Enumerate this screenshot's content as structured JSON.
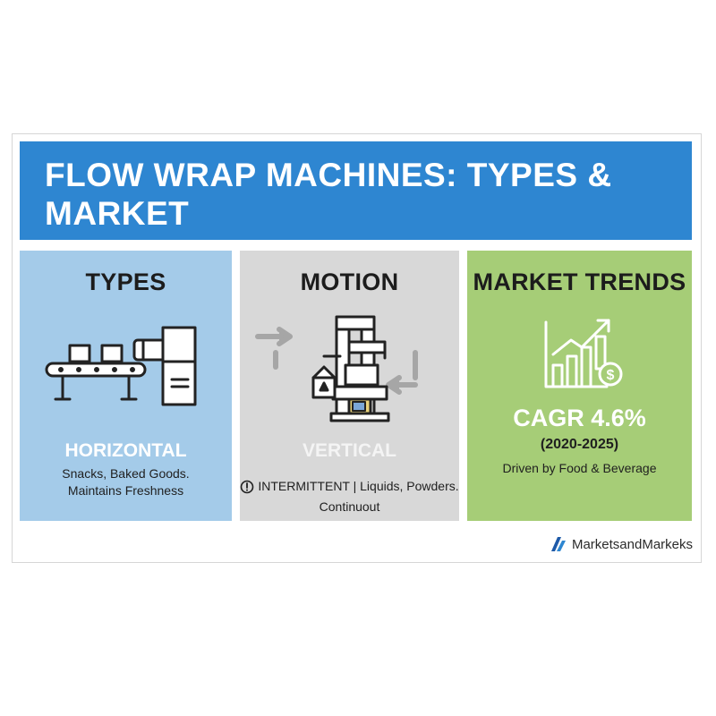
{
  "header": {
    "title_line1": "FLOW WRAP MACHINES: TYPES & MARKET",
    "title_line2": "TRENDS"
  },
  "panels": {
    "types": {
      "title": "TYPES",
      "subhead": "HORIZONTAL",
      "desc_line1": "Snacks, Baked Goods.",
      "desc_line2": "Maintains Freshness"
    },
    "motion": {
      "title": "MOTION",
      "subhead": "VERTICAL",
      "desc_line1": "INTERMITTENT  |  Liquids, Powders.",
      "desc_line2": "Continuout"
    },
    "trends": {
      "title": "MARKET TRENDS",
      "cagr": "CAGR 4.6%",
      "period": "(2020-2025)",
      "desc": "Driven by Food & Beverage"
    }
  },
  "logo": {
    "text": "MarketsandMarkeks"
  },
  "icons": {
    "types": "horizontal-flow-wrap-machine-icon",
    "motion": "vertical-flow-wrap-machine-icon",
    "trends": "growth-chart-dollar-icon",
    "alert": "exclamation-circle-icon"
  },
  "colors": {
    "title_bar": "#2e86d1",
    "types_panel": "#a4cbe9",
    "motion_panel": "#d8d8d8",
    "trends_panel": "#a6cd77",
    "horizontal_label": "#ffffff",
    "vertical_label": "#f4f4f4",
    "cagr_label": "#ffffff"
  }
}
